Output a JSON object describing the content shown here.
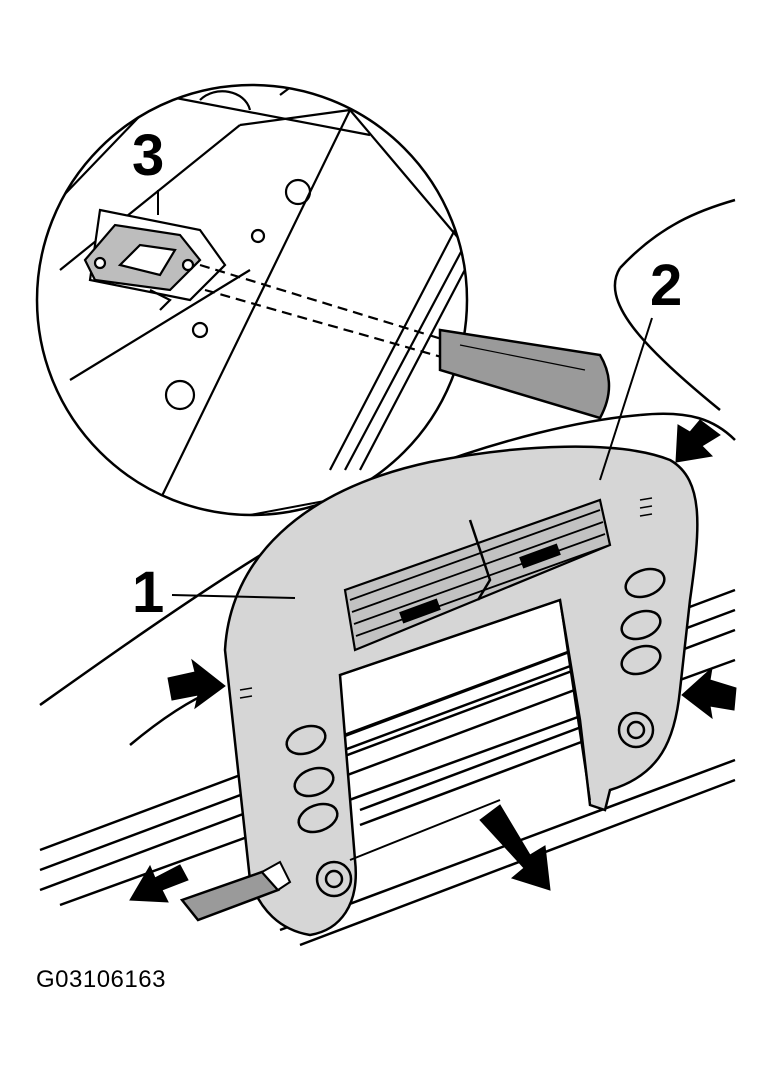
{
  "figure": {
    "code": "G03106163",
    "callouts": [
      {
        "id": "1",
        "label": "1",
        "refers_to": "vent-panel-bezel"
      },
      {
        "id": "2",
        "label": "2",
        "refers_to": "panel-right-edge"
      },
      {
        "id": "3",
        "label": "3",
        "refers_to": "retaining-clip"
      }
    ]
  },
  "colors": {
    "line": "#000000",
    "panel_fill": "#d6d6d6",
    "tool_fill": "#9a9a9a",
    "background": "#ffffff"
  }
}
